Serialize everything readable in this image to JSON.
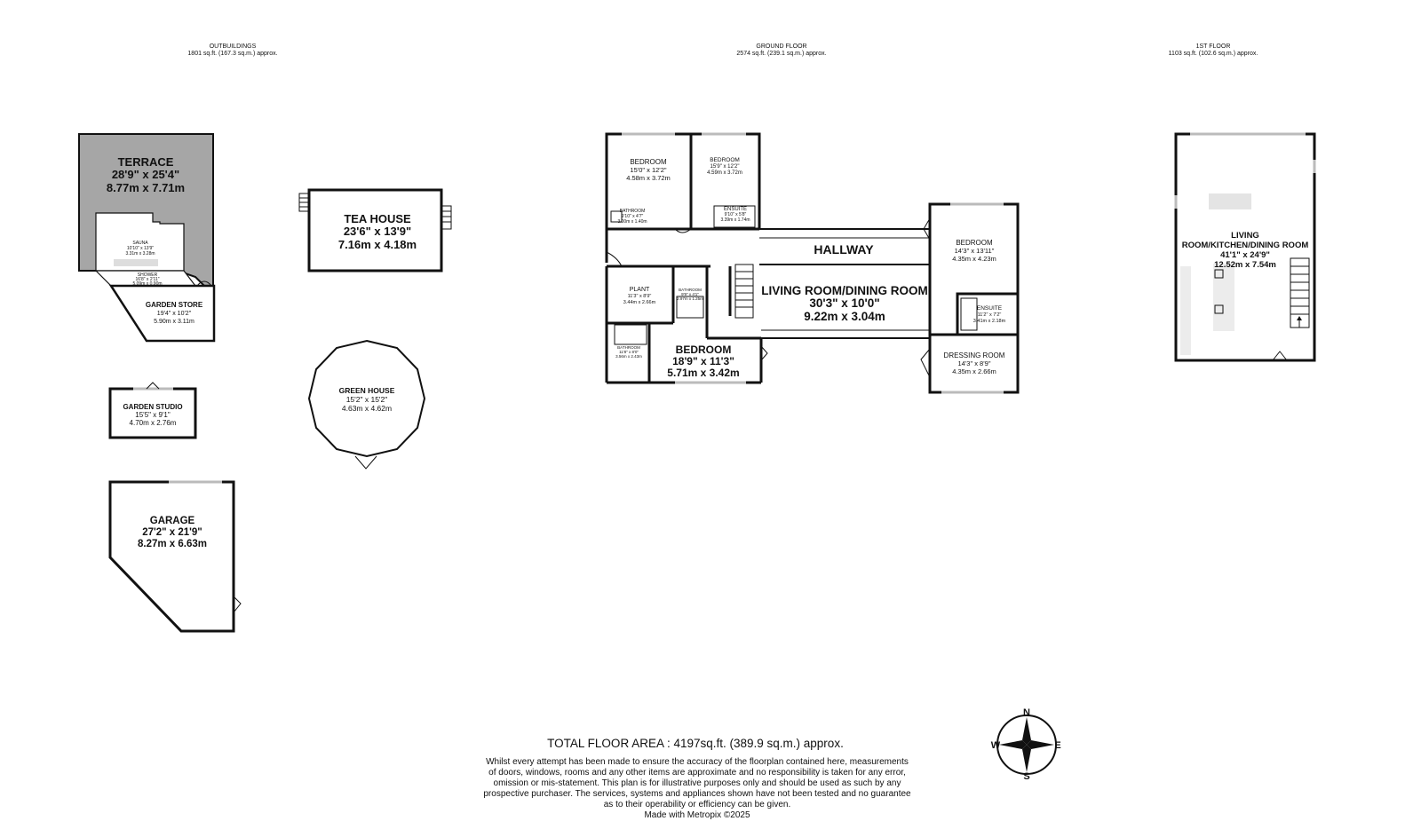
{
  "headers": {
    "outbuildings": {
      "title": "OUTBUILDINGS",
      "area": "1801 sq.ft. (167.3 sq.m.) approx."
    },
    "ground": {
      "title": "GROUND FLOOR",
      "area": "2574 sq.ft. (239.1 sq.m.) approx."
    },
    "first": {
      "title": "1ST FLOOR",
      "area": "1103 sq.ft. (102.6 sq.m.) approx."
    }
  },
  "rooms": {
    "terrace": {
      "name": "TERRACE",
      "imp": "28'9\" x 25'4\"",
      "met": "8.77m x 7.71m"
    },
    "sauna": {
      "name": "SAUNA",
      "imp": "10'10\" x 13'9\"",
      "met": "3.31m x 3.28m"
    },
    "shower": {
      "name": "SHOWER",
      "imp": "16'8\" x 2'11\"",
      "met": "5.09m x 0.90m"
    },
    "garden_store": {
      "name": "GARDEN STORE",
      "imp": "19'4\" x 10'2\"",
      "met": "5.90m x 3.11m"
    },
    "tea_house": {
      "name": "TEA HOUSE",
      "imp": "23'6\" x 13'9\"",
      "met": "7.16m x 4.18m"
    },
    "green_house": {
      "name": "GREEN HOUSE",
      "imp": "15'2\" x 15'2\"",
      "met": "4.63m x 4.62m"
    },
    "garden_studio": {
      "name": "GARDEN STUDIO",
      "imp": "15'5\" x 9'1\"",
      "met": "4.70m x 2.76m"
    },
    "garage": {
      "name": "GARAGE",
      "imp": "27'2\" x 21'9\"",
      "met": "8.27m x 6.63m"
    },
    "bedroom1": {
      "name": "BEDROOM",
      "imp": "15'0\" x 12'2\"",
      "met": "4.58m x 3.72m"
    },
    "bedroom2": {
      "name": "BEDROOM",
      "imp": "15'9\" x 12'2\"",
      "met": "4.59m x 3.72m"
    },
    "bathroom1": {
      "name": "BATHROOM",
      "imp": "9'10\" x 4'7\"",
      "met": "3.00m x 1.40m"
    },
    "ensuite1": {
      "name": "ENSUITE",
      "imp": "9'10\" x 5'8\"",
      "met": "3.39m x 1.74m"
    },
    "hallway": {
      "name": "HALLWAY"
    },
    "living_dining": {
      "name": "LIVING ROOM/DINING ROOM",
      "imp": "30'3\" x 10'0\"",
      "met": "9.22m x 3.04m"
    },
    "plant": {
      "name": "PLANT",
      "imp": "11'3\" x 8'9\"",
      "met": "3.44m x 2.66m"
    },
    "bathroom2": {
      "name": "BATHROOM",
      "imp": "9'9\" x 4'1\"",
      "met": "2.97m x 1.25m"
    },
    "bathroom3": {
      "name": "BATHROOM",
      "imp": "11'8\" x 8'0\"",
      "met": "3.56m x 2.43m"
    },
    "bedroom3": {
      "name": "BEDROOM",
      "imp": "18'9\" x 11'3\"",
      "met": "5.71m x 3.42m"
    },
    "bedroom4": {
      "name": "BEDROOM",
      "imp": "14'3\" x 13'11\"",
      "met": "4.35m x 4.23m"
    },
    "ensuite2": {
      "name": "ENSUITE",
      "imp": "11'2\" x 7'2\"",
      "met": "3.41m x 2.18m"
    },
    "dressing": {
      "name": "DRESSING ROOM",
      "imp": "14'3\" x 8'9\"",
      "met": "4.35m x 2.66m"
    },
    "living_kitchen": {
      "name1": "LIVING",
      "name2": "ROOM/KITCHEN/DINING ROOM",
      "imp": "41'1\" x 24'9\"",
      "met": "12.52m x 7.54m"
    }
  },
  "footer": {
    "total": "TOTAL FLOOR AREA : 4197sq.ft. (389.9 sq.m.) approx.",
    "lines": [
      "Whilst every attempt has been made to ensure the accuracy of the floorplan contained here, measurements",
      "of doors, windows, rooms and any other items are approximate and no responsibility is taken for any error,",
      "omission or mis-statement. This plan is for illustrative purposes only and should be used as such by any",
      "prospective purchaser. The services, systems and appliances shown have not been tested and no guarantee",
      "as to their operability or efficiency can be given."
    ],
    "credit": "Made with Metropix ©2025"
  },
  "compass": {
    "n": "N",
    "e": "E",
    "s": "S",
    "w": "W"
  }
}
